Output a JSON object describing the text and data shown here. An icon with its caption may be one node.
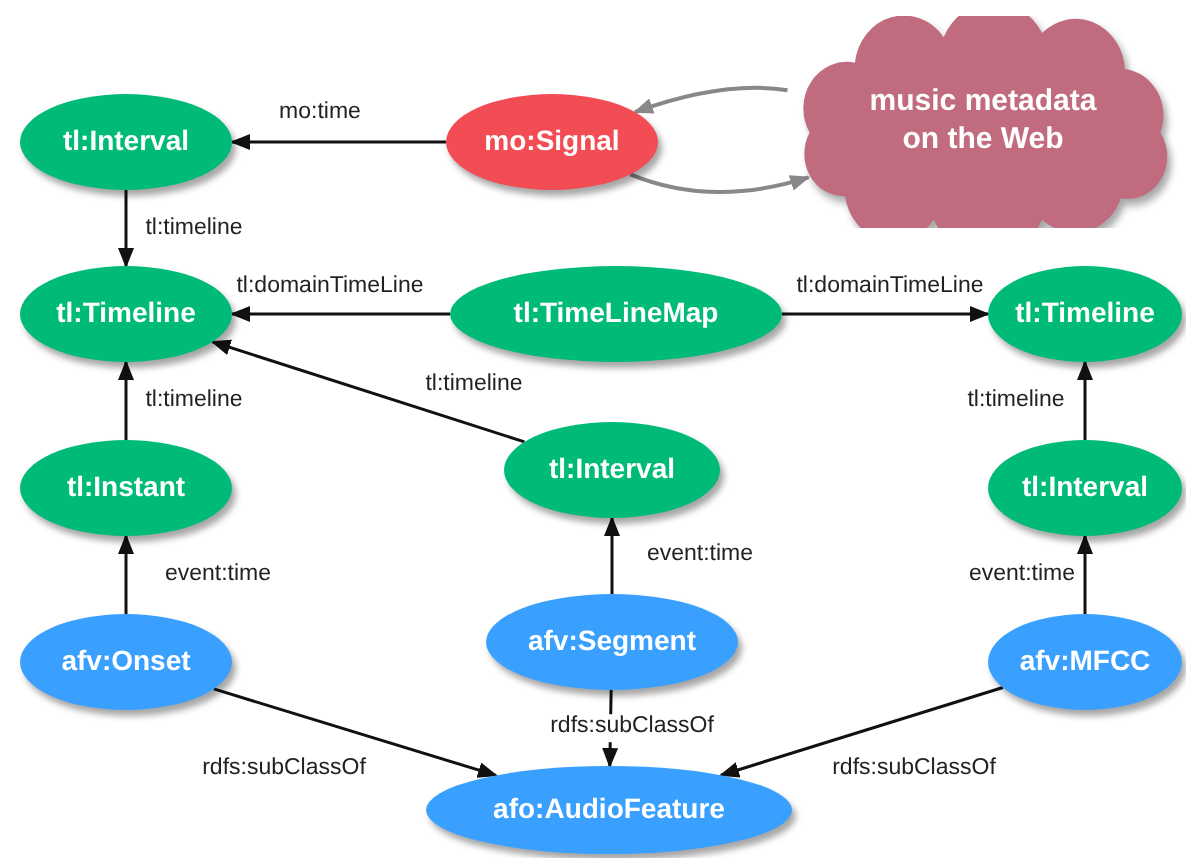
{
  "diagram": {
    "nodes": [
      {
        "text": [
          "tl:Interval"
        ]
      },
      {
        "text": [
          "mo:Signal"
        ]
      },
      {
        "text": [
          "music metadata on the Web"
        ]
      },
      {
        "text": [
          "tl:Timeline"
        ]
      },
      {
        "text": [
          "tl:TimeLineMap"
        ]
      },
      {
        "text": [
          "tl:Timeline"
        ]
      },
      {
        "text": [
          "tl:Instant"
        ]
      },
      {
        "text": [
          "tl:Interval"
        ]
      },
      {
        "text": [
          "tl:Interval"
        ]
      },
      {
        "text": [
          "afv:Onset"
        ]
      },
      {
        "text": [
          "afv:Segment"
        ]
      },
      {
        "text": [
          "afv:MFCC"
        ]
      },
      {
        "text": [
          "afo:AudioFeature"
        ]
      }
    ],
    "edges": [
      {
        "from": 1,
        "to": 0,
        "arrow": "to",
        "label": "mo:time"
      },
      {
        "from": 2,
        "to": 1,
        "arrow": "to",
        "color": "#888888"
      },
      {
        "from": 1,
        "to": 2,
        "arrow": "to",
        "color": "#888888"
      },
      {
        "from": 0,
        "to": 3,
        "arrow": "to",
        "label": "tl:timeline"
      },
      {
        "from": 4,
        "to": 3,
        "arrow": "to",
        "label": "tl:domainTimeLine"
      },
      {
        "from": 4,
        "to": 5,
        "arrow": "to",
        "label": "tl:domainTimeLine"
      },
      {
        "from": 6,
        "to": 3,
        "arrow": "to",
        "label": "tl:timeline"
      },
      {
        "from": 7,
        "to": 3,
        "arrow": "to",
        "label": "tl:timeline"
      },
      {
        "from": 8,
        "to": 5,
        "arrow": "to",
        "label": "tl:timeline"
      },
      {
        "from": 9,
        "to": 6,
        "arrow": "to",
        "label": "event:time"
      },
      {
        "from": 10,
        "to": 7,
        "arrow": "to",
        "label": "event:time"
      },
      {
        "from": 11,
        "to": 8,
        "arrow": "to",
        "label": "event:time"
      },
      {
        "from": 9,
        "to": 12,
        "arrow": "to",
        "label": "rdfs:subClassOf"
      },
      {
        "from": 10,
        "to": 12,
        "arrow": "to",
        "label": "rdfs:subClassOf"
      },
      {
        "from": 11,
        "to": 12,
        "arrow": "to",
        "label": "rdfs:subClassOf"
      }
    ]
  }
}
